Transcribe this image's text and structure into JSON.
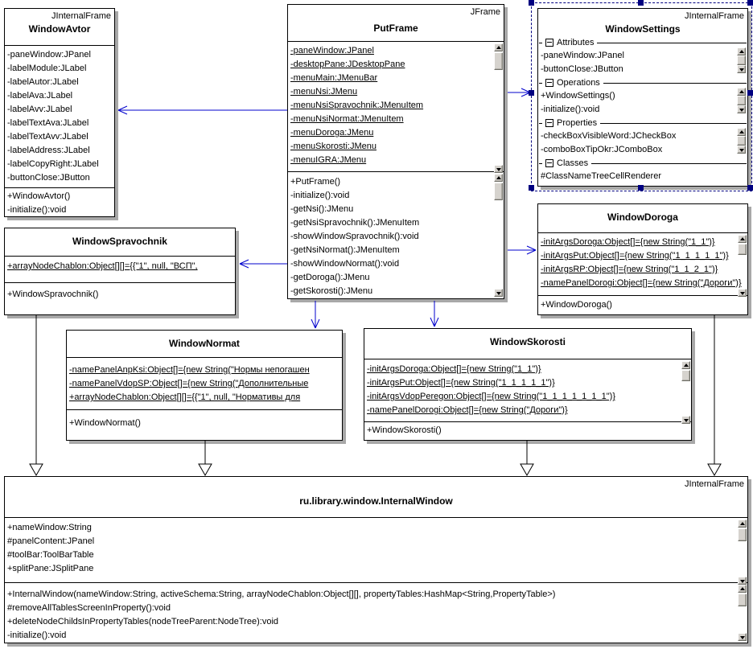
{
  "colors": {
    "association_arrow": "#0000cc",
    "selection": "#000080",
    "box_shadow": "#a8a8a8"
  },
  "classes": {
    "avtor": {
      "stereotype": "JInternalFrame",
      "name": "WindowAvtor",
      "attrs": [
        "-paneWindow:JPanel",
        "-labelModule:JLabel",
        "-labelAutor:JLabel",
        "-labelAva:JLabel",
        "-labelAvv:JLabel",
        "-labelTextAva:JLabel",
        "-labelTextAvv:JLabel",
        "-labelAddress:JLabel",
        "-labelCopyRight:JLabel",
        "-buttonClose:JButton"
      ],
      "ops": [
        "+WindowAvtor()",
        "-initialize():void"
      ]
    },
    "putframe": {
      "stereotype": "JFrame",
      "name": "PutFrame",
      "attrs": [
        "-paneWindow:JPanel",
        "-desktopPane:JDesktopPane",
        "-menuMain:JMenuBar",
        "-menuNsi:JMenu",
        "-menuNsiSpravochnik:JMenuItem",
        "-menuNsiNormat:JMenuItem",
        "-menuDoroga:JMenu",
        "-menuSkorosti:JMenu",
        "-menuIGRA:JMenu"
      ],
      "ops": [
        "+PutFrame()",
        "-initialize():void",
        "-getNsi():JMenu",
        "-getNsiSpravochnik():JMenuItem",
        "-showWindowSpravochnik():void",
        "-getNsiNormat():JMenuItem",
        "-showWindowNormat():void",
        "-getDoroga():JMenu",
        "-getSkorosti():JMenu"
      ]
    },
    "settings": {
      "stereotype": "JInternalFrame",
      "name": "WindowSettings",
      "sections": [
        {
          "label": "Attributes",
          "items": [
            "-paneWindow:JPanel",
            "-buttonClose:JButton"
          ]
        },
        {
          "label": "Operations",
          "items": [
            "+WindowSettings()",
            "-initialize():void"
          ]
        },
        {
          "label": "Properties",
          "items": [
            "-checkBoxVisibleWord:JCheckBox",
            "-comboBoxTipOkr:JComboBox"
          ]
        },
        {
          "label": "Classes",
          "items": [
            "#ClassNameTreeCellRenderer"
          ]
        }
      ]
    },
    "spravochnik": {
      "name": "WindowSpravochnik",
      "attrs": [
        "+arrayNodeChablon:Object[][]={{\"1\", null, \"ВСП\","
      ],
      "ops": [
        "+WindowSpravochnik()"
      ]
    },
    "doroga": {
      "name": "WindowDoroga",
      "attrs": [
        "-initArgsDoroga:Object[]={new String(\"1_1\")}",
        "-initArgsPut:Object[]={new String(\"1_1_1_1_1\")}",
        "-initArgsRP:Object[]={new String(\"1_1_2_1\")}",
        "-namePanelDorogi:Object[]={new String(\"Дороги\")}"
      ],
      "ops": [
        "+WindowDoroga()"
      ]
    },
    "normat": {
      "name": "WindowNormat",
      "attrs": [
        "-namePanelAnpKsi:Object[]={new String(\"Нормы непогашен",
        "-namePanelVdopSP:Object[]={new String(\"Дополнительные",
        "+arrayNodeChablon:Object[][]={{\"1\", null, \"Нормативы для"
      ],
      "ops": [
        "+WindowNormat()"
      ]
    },
    "skorosti": {
      "name": "WindowSkorosti",
      "attrs": [
        "-initArgsDoroga:Object[]={new String(\"1_1\")}",
        "-initArgsPut:Object[]={new String(\"1_1_1_1_1\")}",
        "-initArgsVdopPeregon:Object[]={new String(\"1_1_1_1_1_1_1\")}",
        "-namePanelDorogi:Object[]={new String(\"Дороги\")}"
      ],
      "ops": [
        "+WindowSkorosti()"
      ]
    },
    "internal": {
      "stereotype": "JInternalFrame",
      "name": "ru.library.window.InternalWindow",
      "attrs": [
        "+nameWindow:String",
        "#panelContent:JPanel",
        "#toolBar:ToolBarTable",
        "+splitPane:JSplitPane"
      ],
      "ops": [
        "+InternalWindow(nameWindow:String, activeSchema:String, arrayNodeChablon:Object[][], propertyTables:HashMap<String,PropertyTable>)",
        "#removeAllTablesScreenInProperty():void",
        "+deleteNodeChildsInPropertyTables(nodeTreeParent:NodeTree):void",
        "-initialize():void"
      ]
    }
  }
}
